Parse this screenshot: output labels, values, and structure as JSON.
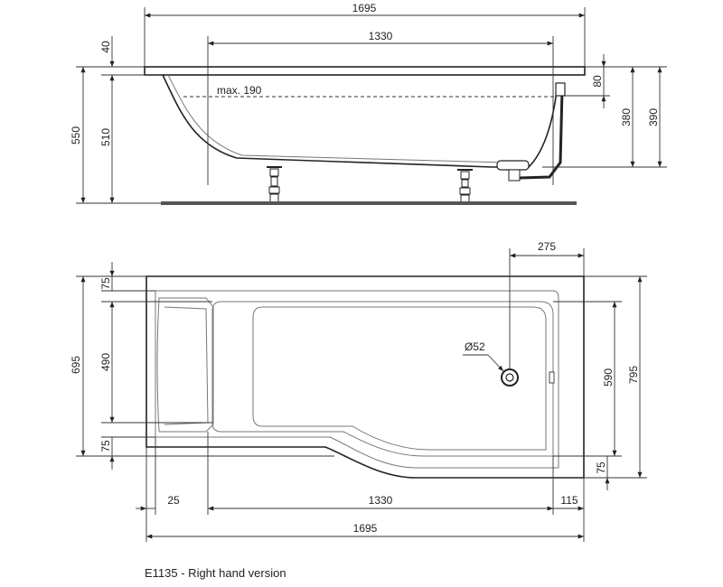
{
  "side_view": {
    "overall_length": "1695",
    "inner_length": "1330",
    "rim_height": "40",
    "max_water": "max. 190",
    "total_height": "550",
    "body_height": "510",
    "overflow_drop": "80",
    "waste_height": "380",
    "tub_height": "390"
  },
  "plan_view": {
    "waste_offset": "275",
    "rim_top": "75",
    "inner_width": "490",
    "overall_width": "695",
    "rim_bottom": "75",
    "waste_diameter": "Ø52",
    "shower_width": "590",
    "shower_rim": "75",
    "overall_width_wide": "795",
    "left_rim": "25",
    "inner_length": "1330",
    "right_rim": "115",
    "overall_length": "1695"
  },
  "caption": "E1135 - Right hand version"
}
